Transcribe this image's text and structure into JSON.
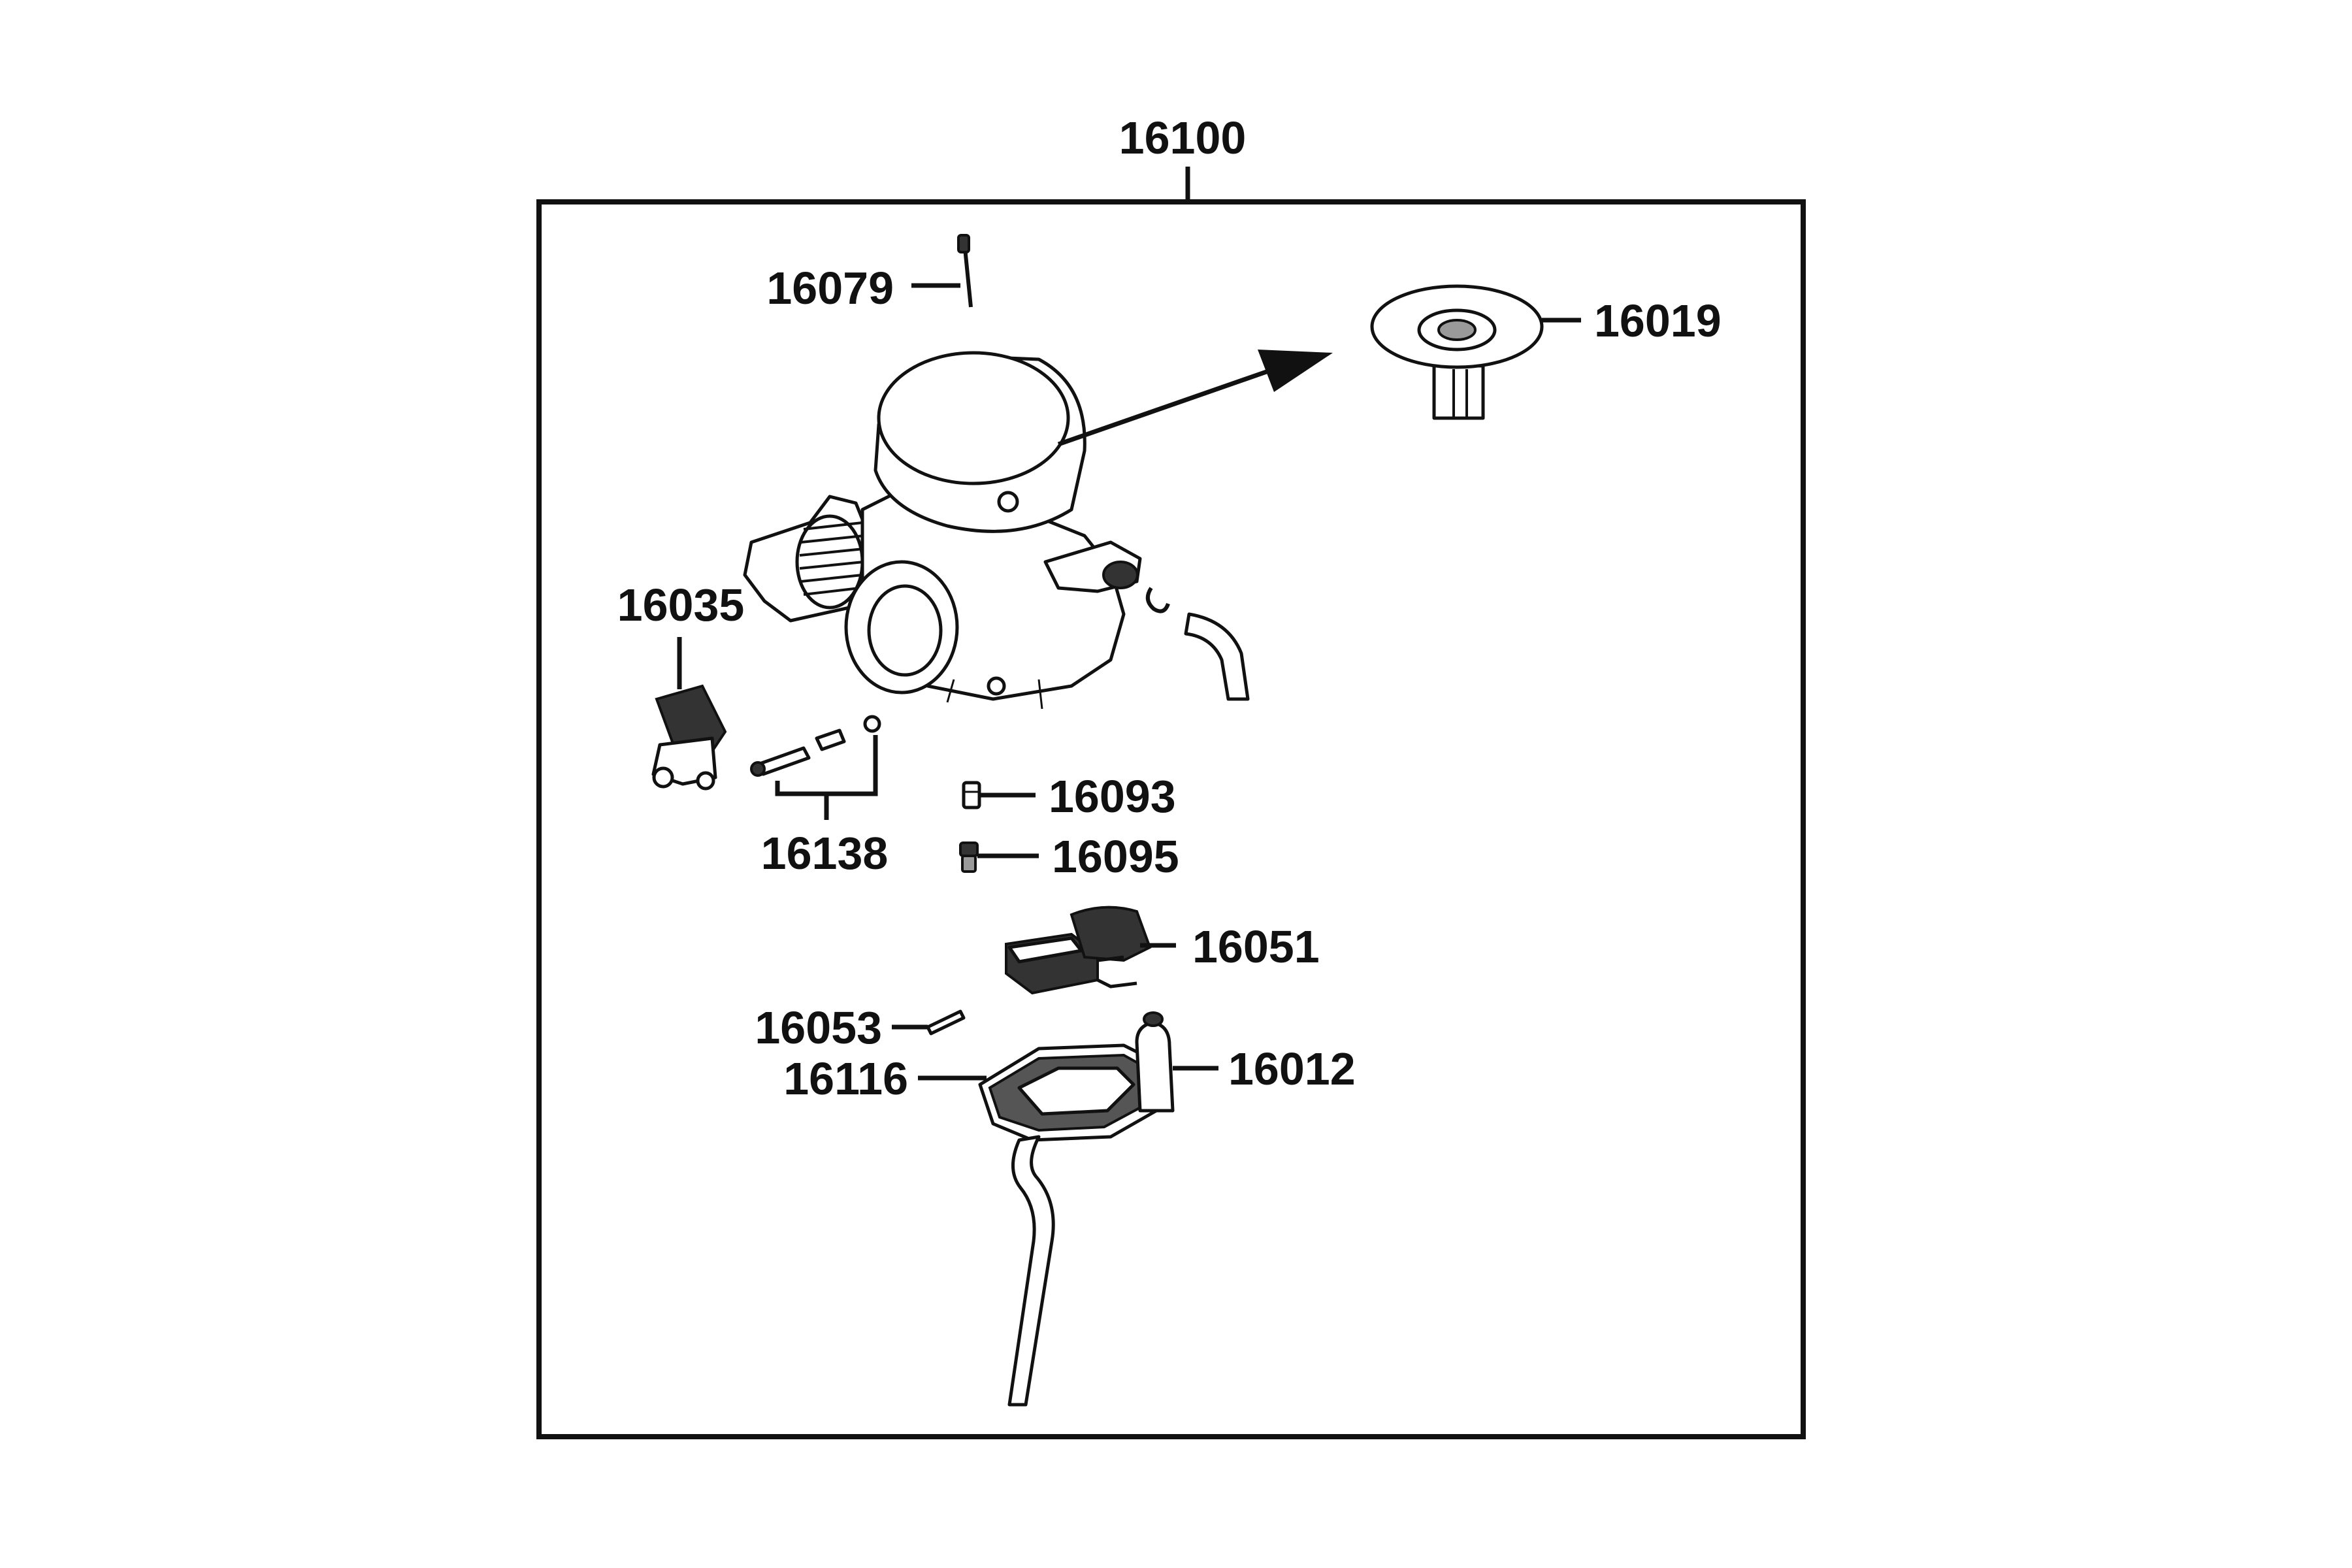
{
  "labels": {
    "assembly": "16100",
    "needle": "16079",
    "diaphragm": "16019",
    "starter": "16035",
    "screw_set": "16138",
    "screw_a": "16093",
    "screw_b": "16095",
    "float": "16051",
    "float_pin": "16053",
    "gasket": "16116",
    "float_bowl": "16012"
  },
  "colors": {
    "ink": "#111111",
    "background": "#ffffff"
  }
}
